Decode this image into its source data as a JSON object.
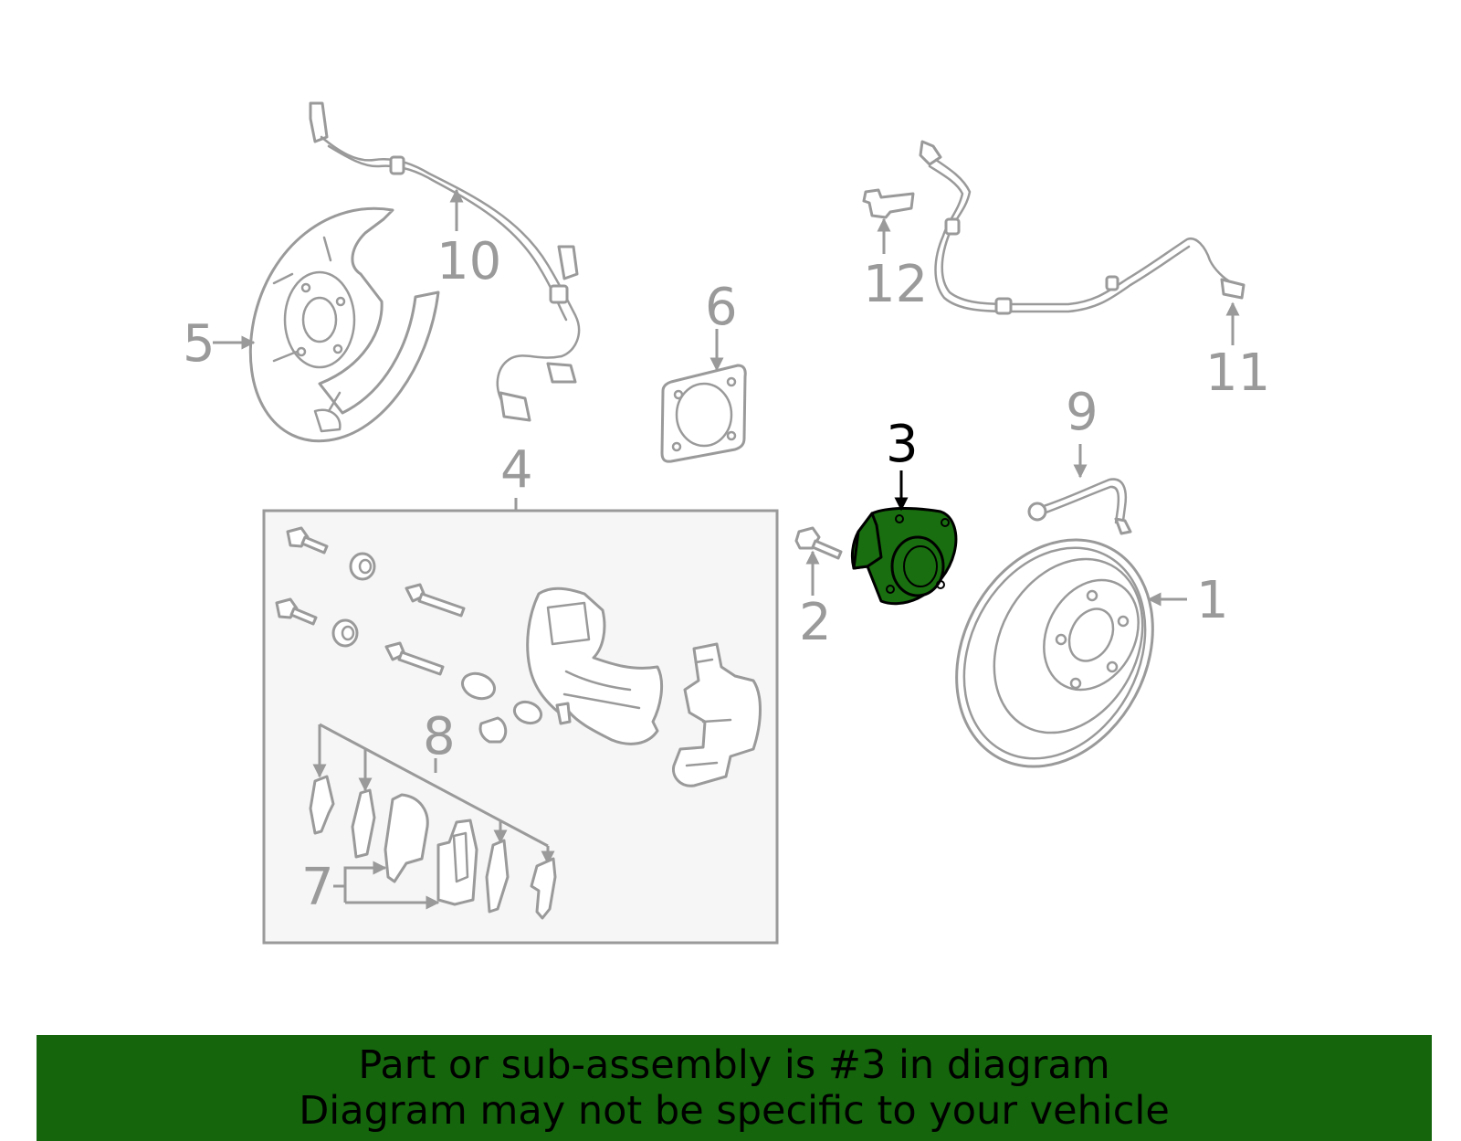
{
  "callouts": {
    "c1": "1",
    "c2": "2",
    "c3": "3",
    "c4": "4",
    "c5": "5",
    "c6": "6",
    "c7": "7",
    "c8": "8",
    "c9": "9",
    "c10": "10",
    "c11": "11",
    "c12": "12"
  },
  "highlighted_part": "3",
  "colors": {
    "highlight_fill": "#196f0f",
    "banner_background": "#15650d",
    "line_gray": "#9a9a9a",
    "box_fill": "#f6f6f6"
  },
  "banner": {
    "line1": "Part or sub-assembly is #3 in diagram",
    "line2": "Diagram may not be specific to your vehicle"
  }
}
